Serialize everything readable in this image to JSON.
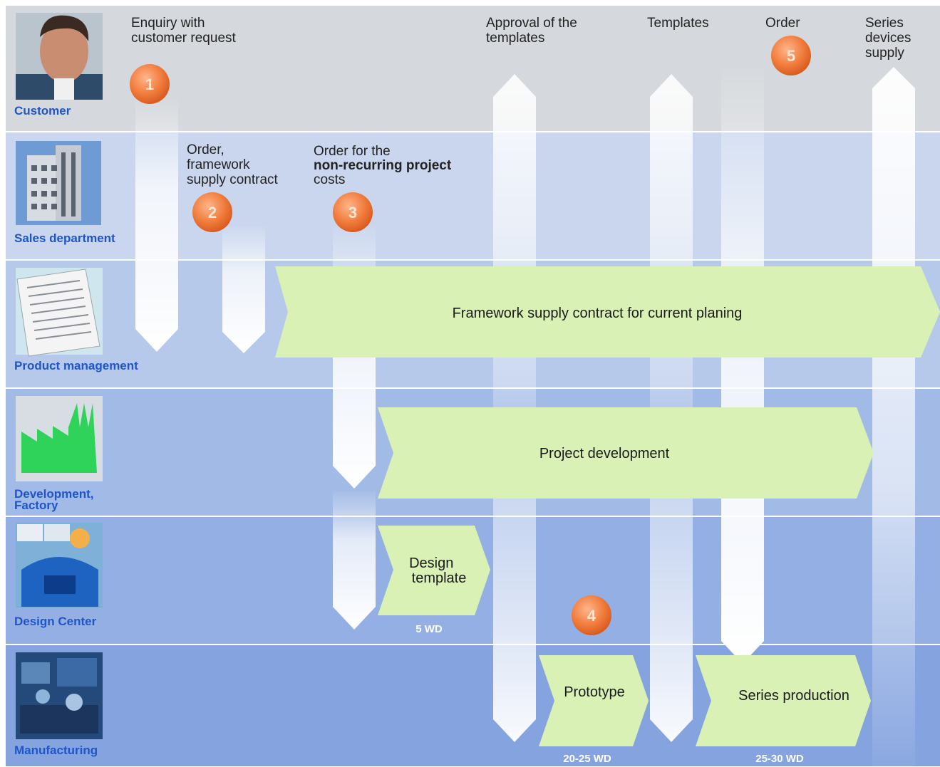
{
  "lanes": [
    {
      "label": "Customer",
      "image": "customer-portrait"
    },
    {
      "label": "Sales department",
      "image": "office-building"
    },
    {
      "label": "Product management",
      "image": "documents"
    },
    {
      "label": "Development, Factory",
      "image": "factory"
    },
    {
      "label": "Design Center",
      "image": "design-screens"
    },
    {
      "label": "Manufacturing",
      "image": "production-line"
    }
  ],
  "steps": {
    "enquiry": [
      "Enquiry with",
      "customer request"
    ],
    "order_framework": [
      "Order,",
      "framework",
      "supply contract"
    ],
    "order_nre": [
      "Order for the",
      "non-recurring project",
      "costs"
    ],
    "approval": [
      "Approval of the",
      "templates"
    ],
    "templates": [
      "Templates"
    ],
    "order": [
      "Order"
    ],
    "series_supply": [
      "Series",
      "devices",
      "supply"
    ]
  },
  "phases": {
    "framework": "Framework supply contract for current planing",
    "project_dev": "Project development",
    "design_template": [
      "Design",
      "template"
    ],
    "prototype": "Prototype",
    "series_production": "Series production"
  },
  "durations": {
    "design_template": "5 WD",
    "prototype": "20-25 WD",
    "series_production": "25-30 WD"
  },
  "markers": [
    "1",
    "2",
    "3",
    "4",
    "5"
  ],
  "colors": {
    "customer_lane": "#d5d8dc",
    "sales_lane": "#c9d6ee",
    "product_lane": "#b6c9ea",
    "dev_lane": "#a2bae6",
    "design_lane": "#93afe3",
    "manufacturing_lane": "#84a3df",
    "phase_box": "#d9f1b5",
    "marker": "#f07a3a",
    "label_blue": "#1f55c8"
  }
}
